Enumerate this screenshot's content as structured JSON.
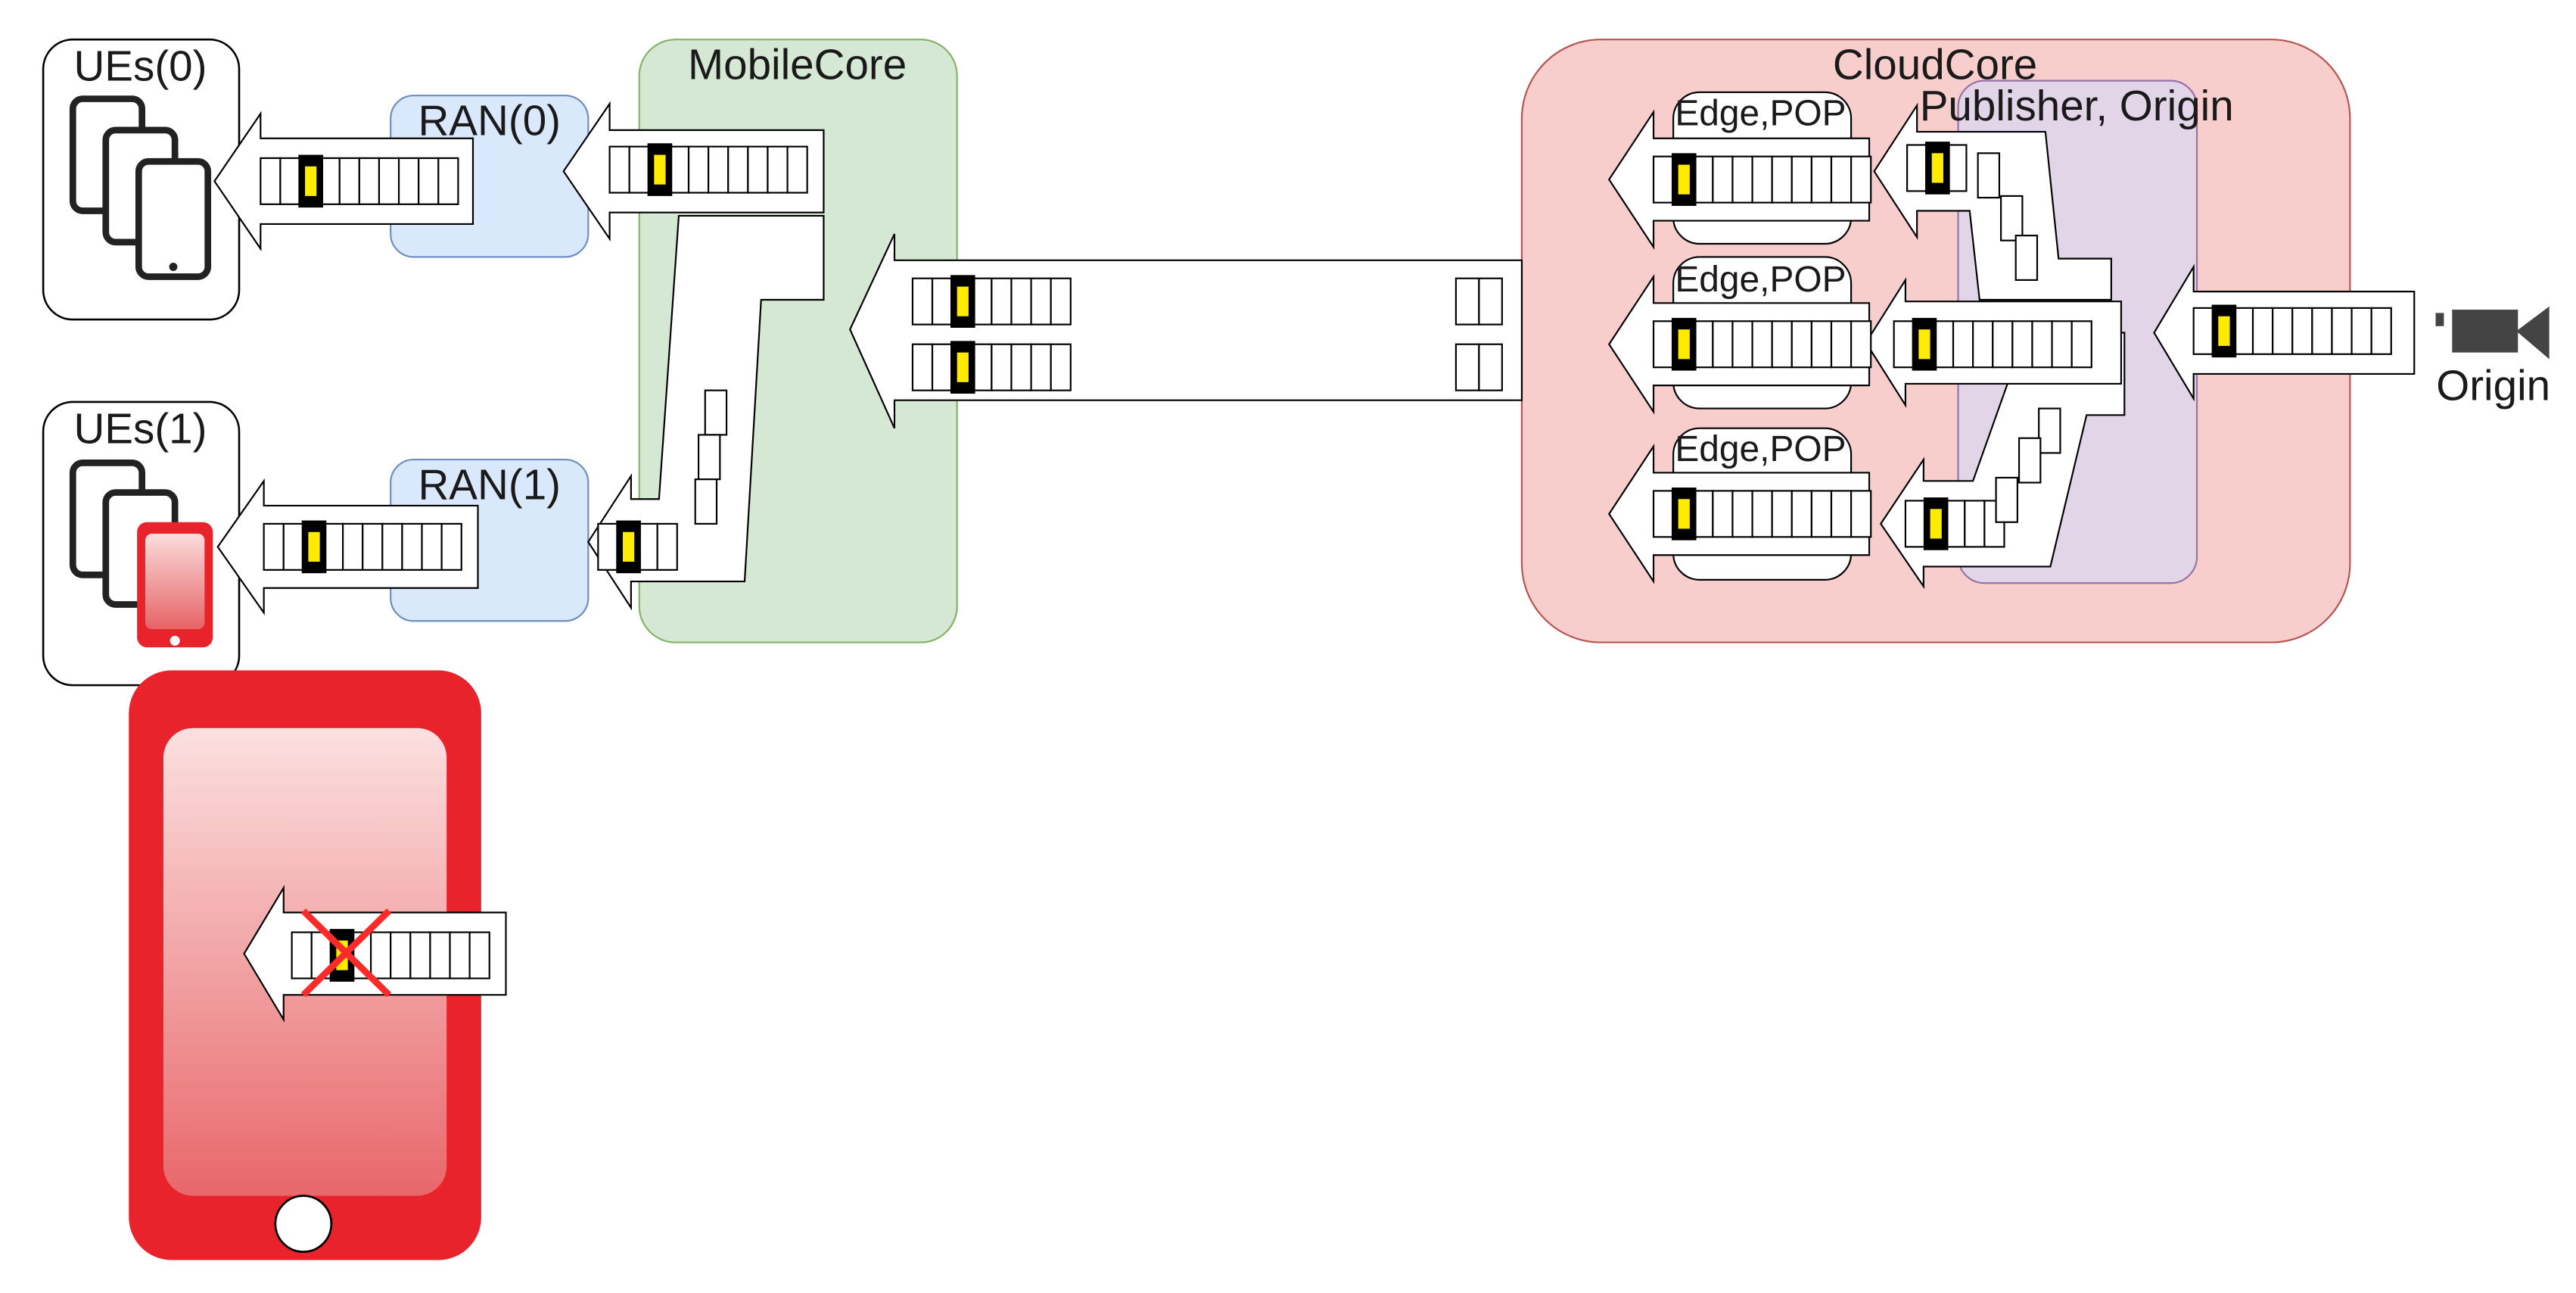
{
  "labels": {
    "ues0": "UEs(0)",
    "ues1": "UEs(1)",
    "ran0": "RAN(0)",
    "ran1": "RAN(1)",
    "mobile_core": "MobileCore",
    "cloud_core": "CloudCore",
    "publisher": "Publisher, Origin",
    "edge1": "Edge,POP",
    "edge2": "Edge,POP",
    "edge3": "Edge,POP",
    "origin": "Origin"
  },
  "colors": {
    "ran_fill": "#dae8fc",
    "ran_stroke": "#6c8ebf",
    "mobile_core_fill": "#d5e8d4",
    "mobile_core_stroke": "#82b366",
    "cloud_core_fill": "#f8cecc",
    "cloud_core_stroke": "#b85450",
    "publisher_fill": "#e1d5e7",
    "publisher_stroke": "#9673a6",
    "segment_highlight": "#ffeb00",
    "phone_red": "#e8232b",
    "drop_mark": "#ff2a2a"
  },
  "icons": {
    "camera": "video-camera-icon",
    "phones": "mobile-phone-icon",
    "drop": "x-mark-icon"
  }
}
